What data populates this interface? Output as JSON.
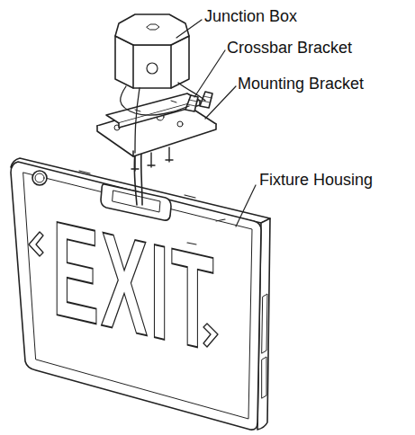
{
  "diagram": {
    "labels": [
      "Junction Box",
      "Crossbar Bracket",
      "Mounting Bracket",
      "Fixture Housing",
      "EXIT"
    ]
  }
}
